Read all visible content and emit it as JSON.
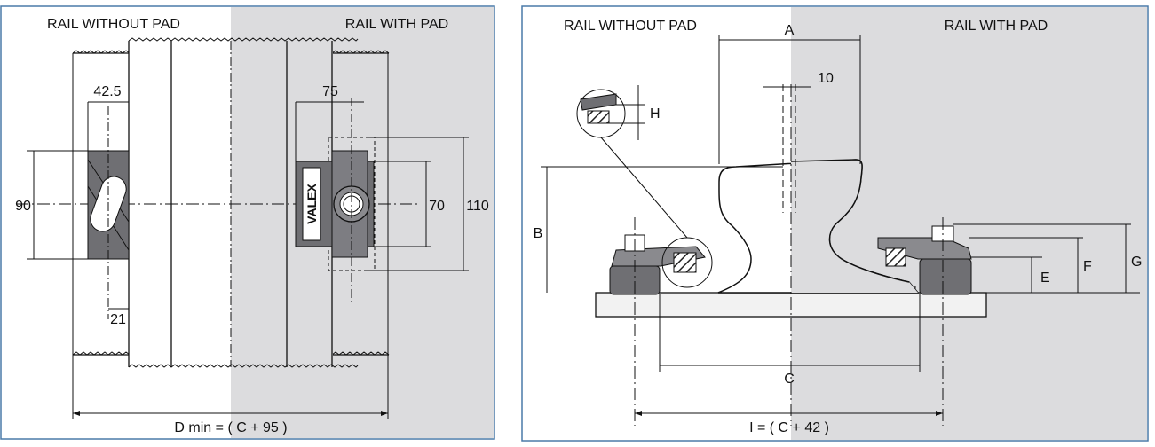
{
  "left": {
    "label_without_pad": "RAIL WITHOUT PAD",
    "label_with_pad": "RAIL WITH PAD",
    "dim_42_5": "42.5",
    "dim_75": "75",
    "dim_90": "90",
    "dim_70": "70",
    "dim_110": "110",
    "dim_21": "21",
    "dim_dmin": "D min = ( C + 95 )",
    "brand": "VALEX"
  },
  "right": {
    "label_without_pad": "RAIL WITHOUT PAD",
    "label_with_pad": "RAIL WITH PAD",
    "dim_A": "A",
    "dim_10": "10",
    "dim_H": "H",
    "dim_B": "B",
    "dim_E": "E",
    "dim_F": "F",
    "dim_G": "G",
    "dim_C": "C",
    "dim_I": "I = ( C + 42 )"
  },
  "colors": {
    "pad_shade": "#dcdcde",
    "clamp_fill": "#6f6f73",
    "frame_border": "#4a7aa8"
  }
}
